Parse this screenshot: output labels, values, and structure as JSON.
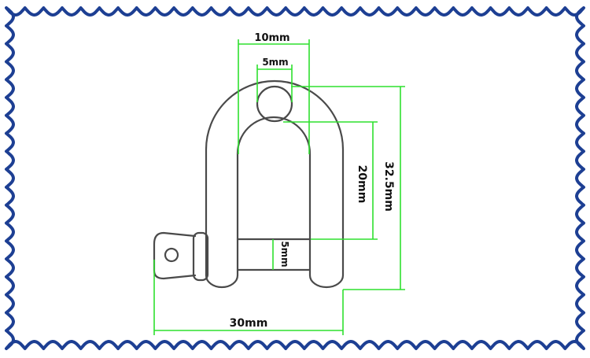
{
  "colors": {
    "frame": "#1d3f93",
    "outline": "#4a4a4a",
    "dimension": "#2ee02e",
    "text": "#111111",
    "background": "#ffffff"
  },
  "dimensions": {
    "top_width": "10mm",
    "ring_diameter": "5mm",
    "inner_height": "20mm",
    "overall_height": "32.5mm",
    "pin_diameter": "5mm",
    "overall_width": "30mm"
  }
}
